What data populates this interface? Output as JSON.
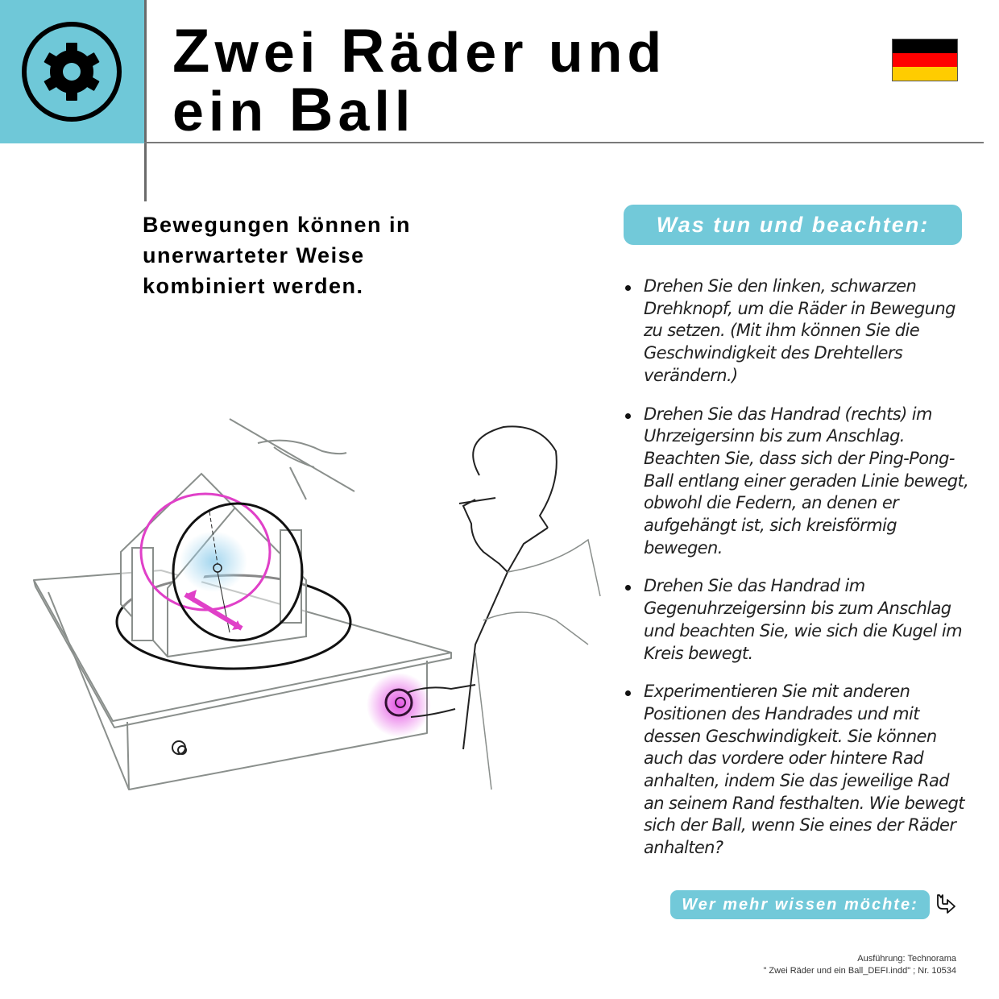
{
  "header": {
    "icon": "gear-icon",
    "accent_color": "#6fc8d8",
    "title_line1_parts": [
      {
        "text": "Z",
        "cap": true
      },
      {
        "text": "wei ",
        "cap": false
      },
      {
        "text": "R",
        "cap": true
      },
      {
        "text": "äder und",
        "cap": false
      }
    ],
    "title_line2_parts": [
      {
        "text": "ein ",
        "cap": false
      },
      {
        "text": "B",
        "cap": true
      },
      {
        "text": "all",
        "cap": false
      }
    ],
    "title_full": "Zwei Räder und ein Ball",
    "language_flag": {
      "name": "germany-flag",
      "colors": [
        "#000000",
        "#ff0000",
        "#ffcc00"
      ]
    }
  },
  "subtitle": {
    "line1": "Bewegungen können in",
    "line2": "unerwarteter Weise",
    "line3": "kombiniert werden."
  },
  "instructions": {
    "heading": "Was tun und beachten:",
    "items": [
      "Drehen Sie den linken, schwarzen Drehknopf, um die Räder in Bewegung zu setzen. (Mit ihm können Sie die Geschwindigkeit des Drehtellers verändern.)",
      "Drehen Sie das Handrad (rechts) im Uhrzeigersinn bis zum Anschlag. Beachten Sie, dass sich der Ping-Pong-Ball entlang einer geraden Linie bewegt, obwohl die Federn, an denen er aufgehängt ist, sich kreisförmig bewegen.",
      "Drehen Sie das Handrad im Gegenuhrzeigersinn bis zum Anschlag und beachten Sie, wie sich die Kugel im Kreis bewegt.",
      "Experimentieren Sie mit anderen Positionen des Handrades und mit dessen Geschwindigkeit. Sie können auch das vordere oder hintere Rad anhalten, indem Sie das jeweilige Rad an seinem Rand festhalten. Wie bewegt sich der Ball, wenn Sie eines der Räder anhalten?"
    ]
  },
  "more_info": {
    "label": "Wer mehr wissen möchte:",
    "icon": "turn-arrow-icon"
  },
  "footer": {
    "line1": "Ausführung: Technorama",
    "line2": "\" Zwei Räder und ein Ball_DEFI.indd\" ; Nr. 10534"
  },
  "illustration": {
    "label": "exhibit-illustration",
    "highlight_color": "#e040e0",
    "ball_glow_color": "#9fd4ee"
  }
}
